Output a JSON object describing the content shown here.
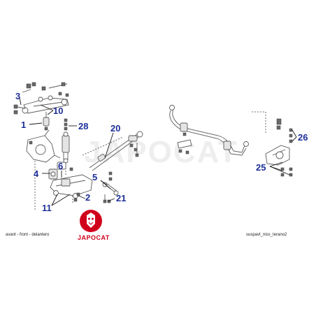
{
  "watermark": "JAPOCAT",
  "logo": {
    "text": "JAPOCAT",
    "color": "#d0021b"
  },
  "caption_left": "avant - front - delantero",
  "caption_right": "suspavt_niss_terano2",
  "callout_color": "#1e2f9a",
  "callouts": {
    "p1": "1",
    "p2": "2",
    "p3": "3",
    "p4": "4",
    "p5": "5",
    "p6": "6",
    "p10": "10",
    "p11": "11",
    "p20": "20",
    "p21": "21",
    "p25": "25",
    "p26": "26",
    "p28": "28"
  }
}
